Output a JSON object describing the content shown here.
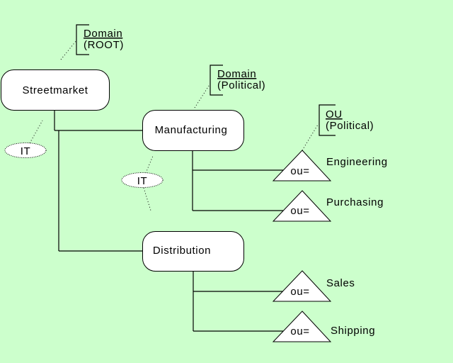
{
  "diagram": {
    "background": "#ccffcc",
    "annotations": [
      {
        "id": "root",
        "type": "Domain",
        "qualifier": "(ROOT)"
      },
      {
        "id": "political-domain",
        "type": "Domain",
        "qualifier": "(Political)"
      },
      {
        "id": "political-ou",
        "type": "OU",
        "qualifier": "(Political)"
      }
    ],
    "nodes": {
      "streetmarket": "Streetmarket",
      "manufacturing": "Manufacturing",
      "distribution": "Distribution"
    },
    "it_labels": [
      "IT",
      "IT"
    ],
    "ous": [
      {
        "prefix": "ou=",
        "name": "Engineering",
        "parent": "Manufacturing"
      },
      {
        "prefix": "ou=",
        "name": "Purchasing",
        "parent": "Manufacturing"
      },
      {
        "prefix": "ou=",
        "name": "Sales",
        "parent": "Distribution"
      },
      {
        "prefix": "ou=",
        "name": "Shipping",
        "parent": "Distribution"
      }
    ]
  }
}
